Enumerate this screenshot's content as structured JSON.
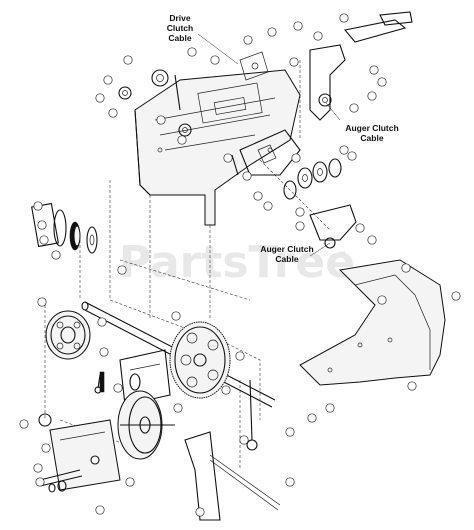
{
  "labels": {
    "drive_clutch": [
      "Drive",
      "Clutch",
      "Cable"
    ],
    "auger_clutch_right": [
      "Auger Clutch",
      "Cable"
    ],
    "auger_clutch_center": [
      "Auger Clutch",
      "Cable"
    ]
  },
  "watermark": {
    "text": "PartsTree",
    "trademark": "™"
  }
}
